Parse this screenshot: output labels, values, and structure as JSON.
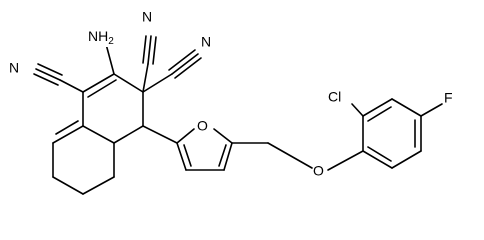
{
  "molecule": {
    "atoms": {
      "amino": "NH2",
      "nitrile_left": "N",
      "nitrile_top": "N",
      "nitrile_right": "N",
      "furan_oxygen": "O",
      "ether_oxygen": "O",
      "chloro": "Cl",
      "fluoro": "F"
    },
    "colors": {
      "bond": "#000000",
      "text": "#000000",
      "background": "#ffffff"
    }
  }
}
